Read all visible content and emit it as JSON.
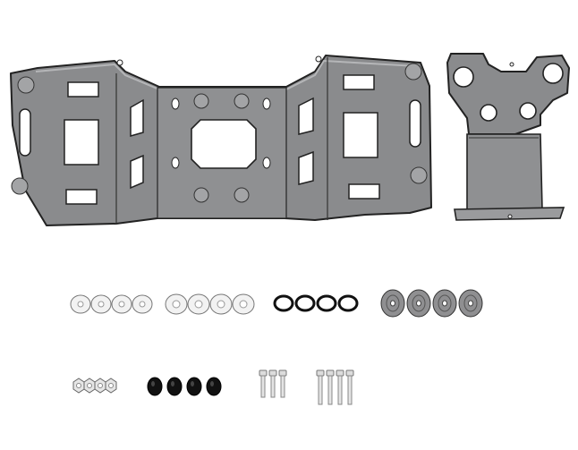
{
  "colors": {
    "background": "#ffffff",
    "plate": "#8a8b8d",
    "plate_light": "#a3a4a6",
    "outline": "#222222",
    "washer_white": "#f2f2f2",
    "washer_grey": "#8f8f91",
    "oring": "#111111",
    "bolt": "#dcdcdc",
    "nut_black": "#111111"
  },
  "parts": {
    "main_plate": "mounting-plate",
    "side_bracket": "side-bracket",
    "hardware": [
      {
        "name": "white-washer-small",
        "count": 4
      },
      {
        "name": "white-washer-large",
        "count": 4
      },
      {
        "name": "black-o-ring",
        "count": 4
      },
      {
        "name": "grey-rubber-washer",
        "count": 4
      },
      {
        "name": "hex-nut",
        "count": 4
      },
      {
        "name": "black-cap-nut",
        "count": 4
      },
      {
        "name": "short-bolt",
        "count": 3
      },
      {
        "name": "long-bolt",
        "count": 4
      }
    ]
  }
}
